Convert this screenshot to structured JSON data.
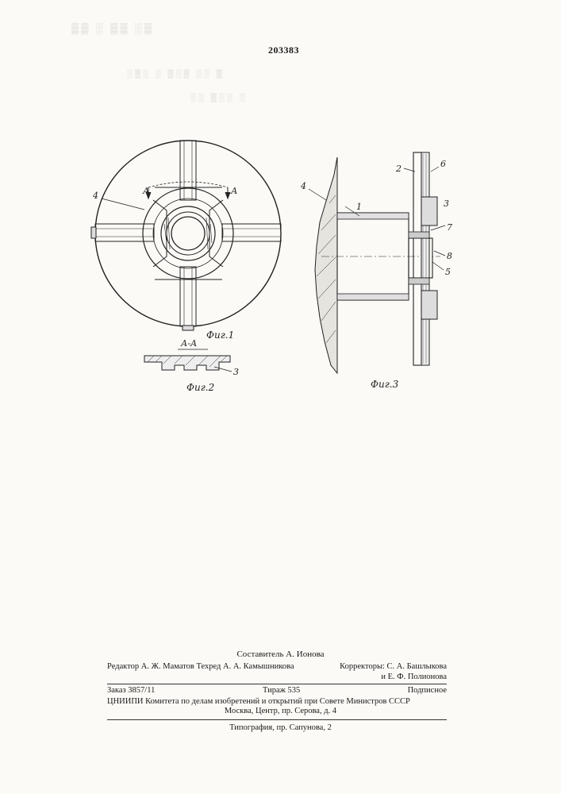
{
  "header": {
    "patent_number": "203383"
  },
  "figures": {
    "fig1": {
      "caption": "Фиг.1",
      "labels": {
        "part4": "4",
        "sectionA_left": "А",
        "sectionA_right": "А"
      }
    },
    "fig2": {
      "caption": "Фиг.2",
      "section_title": "А-А",
      "labels": {
        "part3": "3"
      }
    },
    "fig3": {
      "caption": "Фиг.3",
      "labels": {
        "p1": "1",
        "p2": "2",
        "p3": "3",
        "p4": "4",
        "p5": "5",
        "p6": "6",
        "p7": "7",
        "p8": "8"
      }
    }
  },
  "imprint": {
    "compiler": "Составитель А. Ионова",
    "editor": "Редактор А. Ж. Маматов  Техред А. А. Камышникова",
    "correctors_line1": "Корректоры: С. А. Башлыкова",
    "correctors_line2": "и Е. Ф. Полионова",
    "order": "Заказ 3857/11",
    "circulation": "Тираж 535",
    "subscription": "Подписное",
    "organization": "ЦНИИПИ Комитета по делам изобретений и открытий при Совете Министров СССР",
    "address": "Москва, Центр, пр. Серова, д. 4",
    "printing": "Типография, пр. Сапунова, 2"
  }
}
